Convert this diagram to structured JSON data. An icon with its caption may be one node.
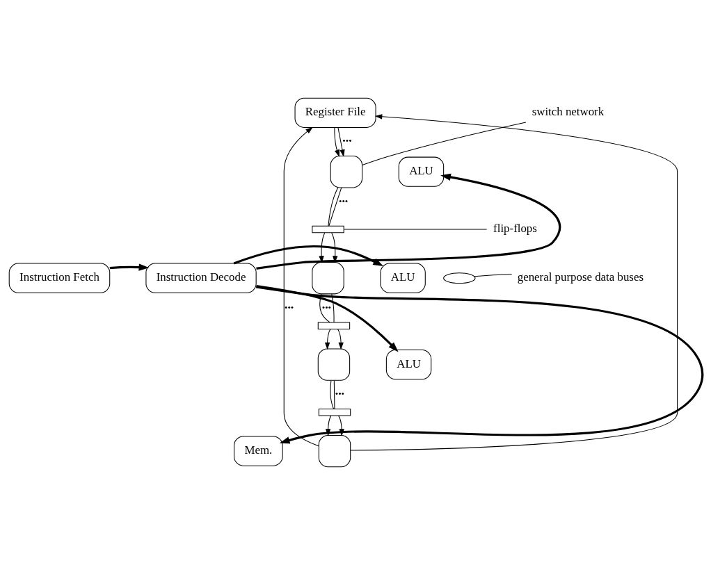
{
  "diagram": {
    "nodes": [
      {
        "text": [
          "Instruction Fetch"
        ]
      },
      {
        "text": [
          "Instruction Decode"
        ]
      },
      {
        "text": [
          "Register File"
        ]
      },
      {
        "text": [
          "ALU"
        ]
      },
      {
        "text": [],
        "shape": "box"
      },
      {
        "text": [],
        "shape": "bar"
      },
      {
        "text": [
          "ALU"
        ]
      },
      {
        "text": [],
        "shape": "box"
      },
      {
        "text": [],
        "shape": "bar"
      },
      {
        "text": [
          "ALU"
        ]
      },
      {
        "text": [],
        "shape": "box"
      },
      {
        "text": [],
        "shape": "bar"
      },
      {
        "text": [
          "Mem."
        ]
      },
      {
        "text": [],
        "shape": "box"
      },
      {
        "text": [
          "switch network"
        ]
      },
      {
        "text": [
          "flip-flops"
        ]
      },
      {
        "text": [],
        "shape": "ellipse"
      },
      {
        "text": [
          "general purpose data buses"
        ]
      }
    ],
    "edges": [
      {
        "from": 0,
        "to": 1,
        "arrow": "to",
        "style": "thick"
      },
      {
        "from": 1,
        "to": 3,
        "arrow": "to",
        "style": "thick"
      },
      {
        "from": 1,
        "to": 6,
        "arrow": "to",
        "style": "thick"
      },
      {
        "from": 1,
        "to": 9,
        "arrow": "to",
        "style": "thick"
      },
      {
        "from": 1,
        "to": 12,
        "arrow": "to",
        "style": "thick"
      },
      {
        "from": 2,
        "to": 4,
        "arrow": "to",
        "label": "•••"
      },
      {
        "from": 2,
        "to": 4,
        "arrow": "to"
      },
      {
        "from": 4,
        "to": 5,
        "arrow": "none",
        "label": "•••"
      },
      {
        "from": 4,
        "to": 5,
        "arrow": "none"
      },
      {
        "from": 5,
        "to": 7,
        "arrow": "to"
      },
      {
        "from": 5,
        "to": 7,
        "arrow": "to"
      },
      {
        "from": 7,
        "to": 8,
        "arrow": "none",
        "label": "•••"
      },
      {
        "from": 7,
        "to": 8,
        "arrow": "none"
      },
      {
        "from": 8,
        "to": 10,
        "arrow": "to"
      },
      {
        "from": 8,
        "to": 10,
        "arrow": "to"
      },
      {
        "from": 10,
        "to": 11,
        "arrow": "none",
        "label": "•••"
      },
      {
        "from": 10,
        "to": 11,
        "arrow": "none"
      },
      {
        "from": 11,
        "to": 13,
        "arrow": "to"
      },
      {
        "from": 11,
        "to": 13,
        "arrow": "to"
      },
      {
        "from": 13,
        "to": 2,
        "arrow": "to",
        "label": "•••"
      },
      {
        "from": 13,
        "to": 2,
        "arrow": "to"
      },
      {
        "from": 14,
        "to": 4,
        "arrow": "none"
      },
      {
        "from": 15,
        "to": 5,
        "arrow": "none"
      },
      {
        "from": 17,
        "to": 16,
        "arrow": "none"
      }
    ]
  }
}
